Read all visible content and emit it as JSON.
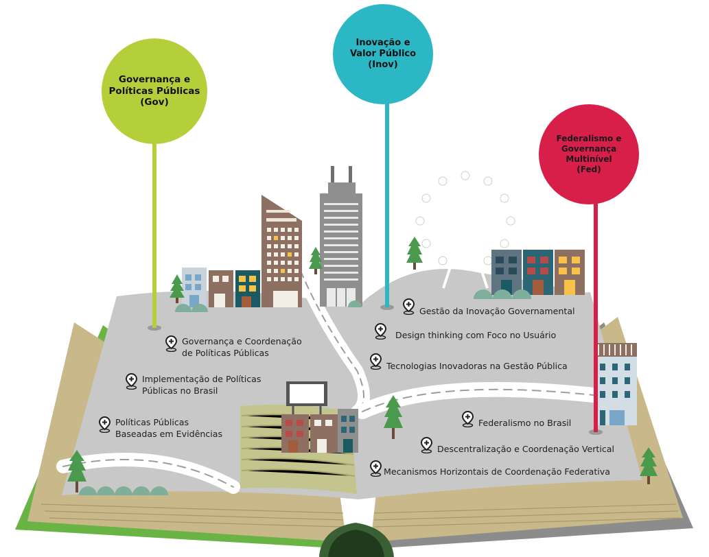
{
  "palette": {
    "gov": "#b5cf3a",
    "inov": "#2bb8c4",
    "fed": "#d81f4a",
    "ground": "#c9c9c9",
    "road": "#ffffff",
    "book_green": "#6ab446",
    "book_gray": "#8a8a8a"
  },
  "themes": {
    "gov": {
      "line1": "Governança e",
      "line2": "Políticas Públicas",
      "line3": "(Gov)"
    },
    "inov": {
      "line1": "Inovação e",
      "line2": "Valor Público",
      "line3": "(Inov)"
    },
    "fed": {
      "line1": "Federalismo e",
      "line2": "Governança",
      "line3": "Multinível",
      "line4": "(Fed)"
    }
  },
  "topics": {
    "gov": [
      {
        "line1": "Governança e Coordenação",
        "line2": "de Políticas Públicas"
      },
      {
        "line1": "Implementação de Políticas",
        "line2": "Públicas no Brasil"
      },
      {
        "line1": "Políticas Públicas",
        "line2": "Baseadas em Evidências"
      }
    ],
    "inov": [
      {
        "line1": "Gestão da Inovação Governamental"
      },
      {
        "line1": "Design thinking com Foco no Usuário"
      },
      {
        "line1": "Tecnologias Inovadoras na Gestão Pública"
      }
    ],
    "fed": [
      {
        "line1": "Federalismo no Brasil"
      },
      {
        "line1": "Descentralização e Coordenação Vertical"
      },
      {
        "line1": "Mecanismos Horizontais de Coordenação Federativa"
      }
    ]
  },
  "icons": {
    "pin": "location-pin-plus-icon"
  }
}
